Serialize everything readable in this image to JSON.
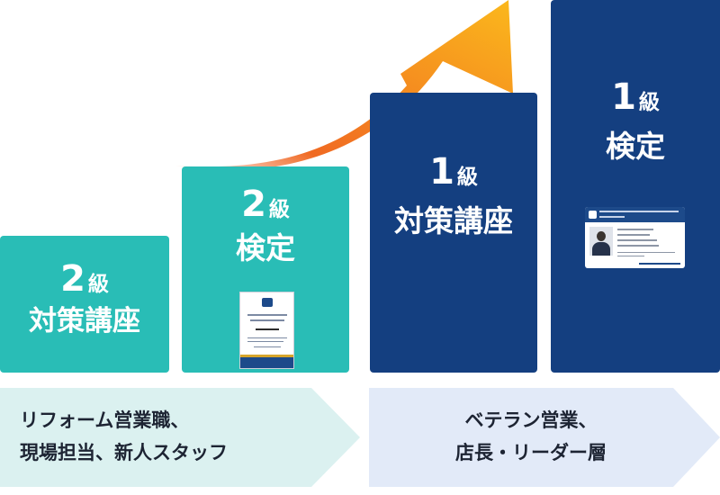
{
  "steps": [
    {
      "level_num": "2",
      "level_unit": "級",
      "name": "対策講座",
      "color": "#29bdb6"
    },
    {
      "level_num": "2",
      "level_unit": "級",
      "name": "検定",
      "color": "#29bdb6"
    },
    {
      "level_num": "1",
      "level_unit": "級",
      "name": "対策講座",
      "color": "#143f80"
    },
    {
      "level_num": "1",
      "level_unit": "級",
      "name": "検定",
      "color": "#143f80"
    }
  ],
  "targets": [
    {
      "line1": "リフォーム営業職、",
      "line2": "現場担当、新人スタッフ",
      "bg": "#dbf1f0"
    },
    {
      "line1": "ベテラン営業、",
      "line2": "店長・リーダー層",
      "bg": "#e2eaf8"
    }
  ],
  "illustrations": {
    "grade2_certificate": "certificate-document",
    "grade1_card": "license-id-card"
  },
  "arrow": {
    "icon": "growth-arrow-icon",
    "colors": [
      "#f36f21",
      "#fbb81c"
    ]
  }
}
